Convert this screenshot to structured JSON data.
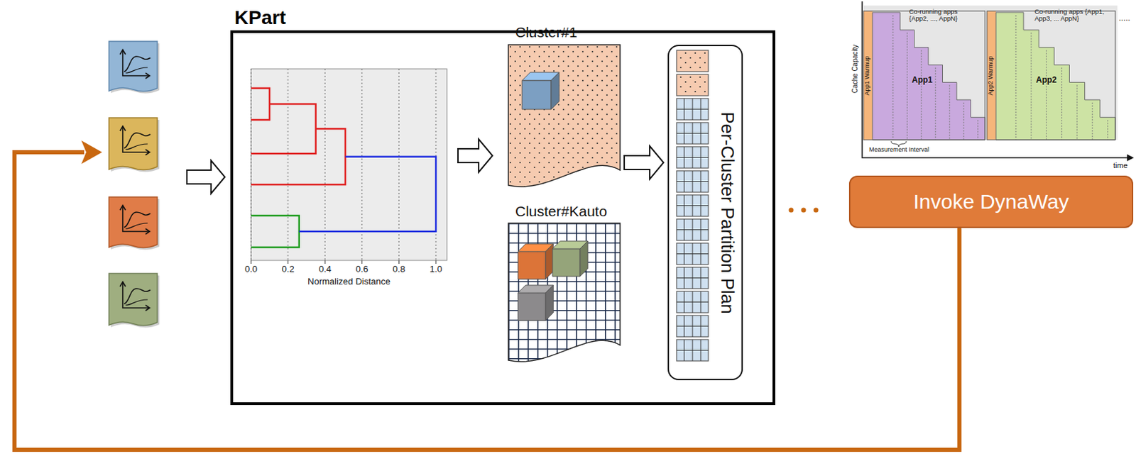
{
  "diagram": {
    "nodes": [
      {
        "text": [
          "KPart"
        ]
      },
      {
        "text": [
          "Cluster#1"
        ],
        "in": 0
      },
      {
        "text": [
          "Cluster#Kauto"
        ],
        "in": 0
      },
      {
        "text": [
          "Per-Cluster Partition Plan"
        ],
        "in": 0
      },
      {
        "text": [
          "Invoke DynaWay"
        ]
      }
    ],
    "edges": [
      {
        "from": 1,
        "to": 3,
        "arrow": "to"
      }
    ],
    "labels": [
      "0.0",
      "0.2",
      "0.4",
      "0.6",
      "0.8",
      "1.0",
      "Normalized Distance",
      "Cache Capacity",
      "Co-running apps {App2, ..., AppN}",
      "App1 Warmup",
      "App1",
      "Co-running apps {App1, App3, ... AppN}",
      "App2 Warmup",
      "App2",
      "Measurement Interval",
      "time",
      "....."
    ]
  }
}
